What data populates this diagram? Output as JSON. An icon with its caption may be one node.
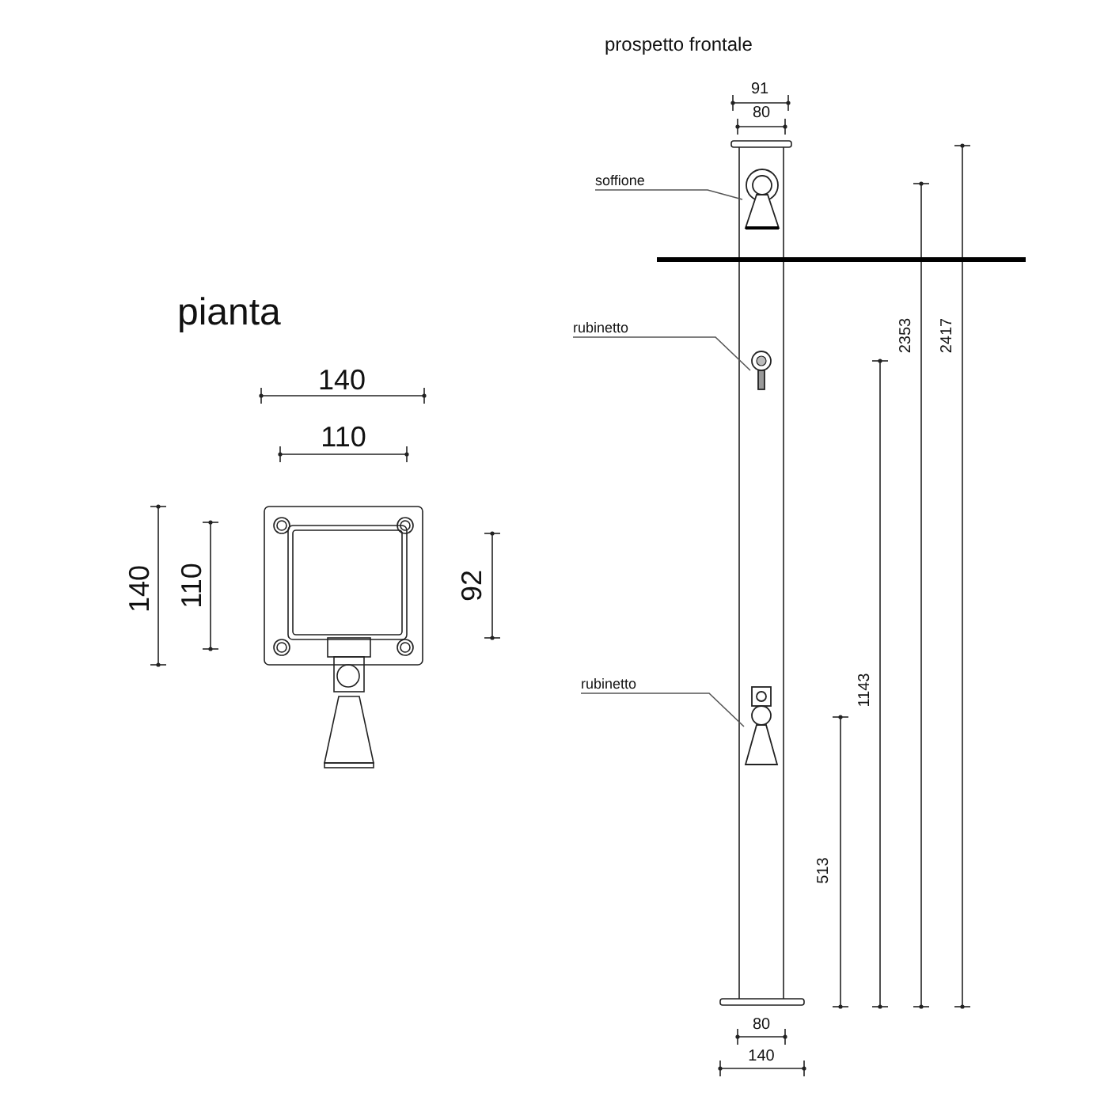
{
  "diagram": {
    "nodes": [
      {
        "text": [
          "soffione"
        ]
      },
      {
        "text": [],
        "shape": "picture"
      },
      {
        "text": [
          "rubinetto"
        ]
      },
      {
        "text": [],
        "shape": "picture"
      },
      {
        "text": [
          "rubinetto"
        ]
      },
      {
        "text": [],
        "shape": "picture"
      }
    ],
    "edges": [
      {
        "from": 0,
        "to": 1,
        "arrow": "none"
      },
      {
        "from": 2,
        "to": 3,
        "arrow": "none"
      },
      {
        "from": 4,
        "to": 5,
        "arrow": "none"
      }
    ],
    "labels": [
      "prospetto frontale",
      "91",
      "80",
      "2353",
      "2417",
      "pianta",
      "140",
      "110",
      "140",
      "110",
      "92",
      "1143",
      "513",
      "80",
      "140"
    ]
  }
}
